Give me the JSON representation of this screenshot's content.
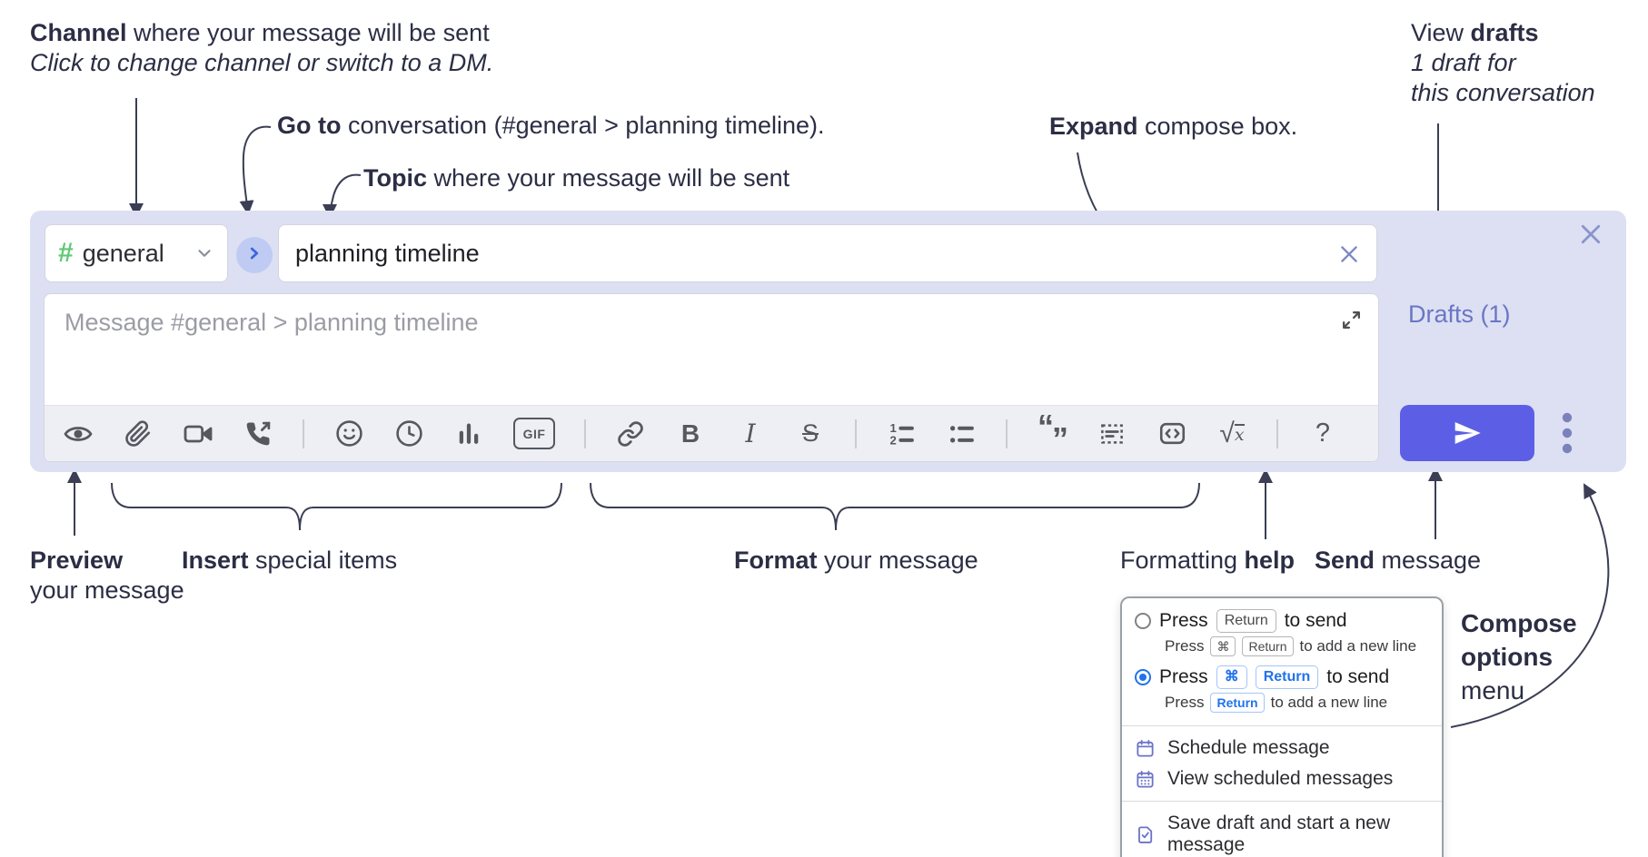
{
  "ann": {
    "channel_b": "Channel",
    "channel_r": " where your message will be sent",
    "channel_i": "Click to change channel or switch to a DM.",
    "goto_b": "Go to",
    "goto_r": " conversation (#general > planning timeline).",
    "topic_b": "Topic",
    "topic_r": " where your message will be sent",
    "expand_b": "Expand",
    "expand_r": " compose box.",
    "drafts_1a": "View ",
    "drafts_1b": "drafts",
    "drafts_2": "1 draft for",
    "drafts_3": "this conversation",
    "preview_b": "Preview",
    "preview_2": "your message",
    "insert_b": "Insert",
    "insert_r": " special items",
    "format_b": "Format",
    "format_r": " your message",
    "help_a": "Formatting ",
    "help_b": "help",
    "send_b": "Send",
    "send_r": " message",
    "opts_1": "Compose",
    "opts_2": "options",
    "opts_3": "menu"
  },
  "compose": {
    "hash": "#",
    "channel": "general",
    "topic": "planning timeline",
    "placeholder": "Message #general > planning timeline",
    "drafts": "Drafts (1)"
  },
  "toolbar": {
    "icon_names": [
      "preview",
      "attach-file",
      "video-call",
      "audio-call",
      "emoji",
      "time",
      "poll",
      "gif",
      "link",
      "bold",
      "italic",
      "strikethrough",
      "numbered-list",
      "bulleted-list",
      "quote",
      "spoiler",
      "code",
      "math",
      "help"
    ],
    "gif": "GIF",
    "bold": "B",
    "italic": "I",
    "strike": "S",
    "quote_open": "“",
    "quote_close": "”",
    "math_sqrt": "√",
    "math_x": "x",
    "help": "?"
  },
  "popup": {
    "o1_press": "Press",
    "o1_key": "Return",
    "o1_after": "to send",
    "o1s_press": "Press",
    "o1s_k1": "⌘",
    "o1s_k2": "Return",
    "o1s_after": "to add a new line",
    "o2_press": "Press",
    "o2_k1": "⌘",
    "o2_k2": "Return",
    "o2_after": "to send",
    "o2s_press": "Press",
    "o2s_key": "Return",
    "o2s_after": "to add a new line",
    "item_schedule": "Schedule message",
    "item_view": "View scheduled messages",
    "item_save": "Save draft and start a new message"
  },
  "colors": {
    "accent": "#5c5fe6",
    "compose_bg": "#dce0f2",
    "channel_green": "#62c776",
    "link_purple": "#6a76c5",
    "key_blue": "#2173ec",
    "annotation_ink": "#2b2e44"
  }
}
